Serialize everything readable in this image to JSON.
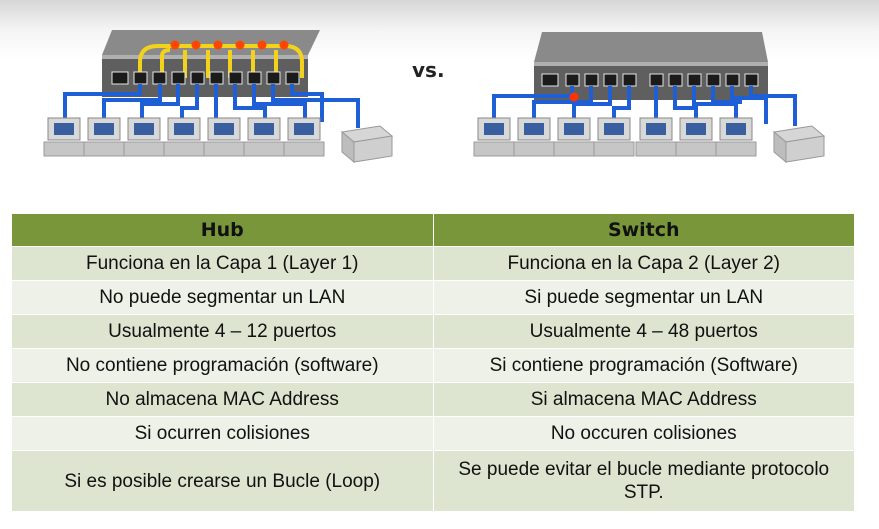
{
  "vs_label": "vs.",
  "diagrams": {
    "hub": {
      "led_color": "#ff4500",
      "link_color_upper": "#f2d21a",
      "link_color_lower": "#1f5fd6"
    },
    "switch": {
      "led_color": "#ff3300",
      "link_color": "#1f5fd6"
    }
  },
  "table": {
    "headers": [
      "Hub",
      "Switch"
    ],
    "header_color": "#79973a",
    "rows": [
      [
        "Funciona en la Capa 1 (Layer 1)",
        "Funciona en la Capa 2 (Layer 2)"
      ],
      [
        "No puede segmentar un LAN",
        "Si puede segmentar un LAN"
      ],
      [
        "Usualmente 4 – 12 puertos",
        "Usualmente 4 – 48 puertos"
      ],
      [
        "No contiene programación (software)",
        "Si contiene programación (Software)"
      ],
      [
        "No almacena MAC Address",
        "Si almacena MAC Address"
      ],
      [
        "Si ocurren colisiones",
        "No occuren colisiones"
      ],
      [
        "Si es posible crearse un Bucle (Loop)",
        "Se puede evitar el bucle mediante protocolo STP."
      ]
    ]
  }
}
